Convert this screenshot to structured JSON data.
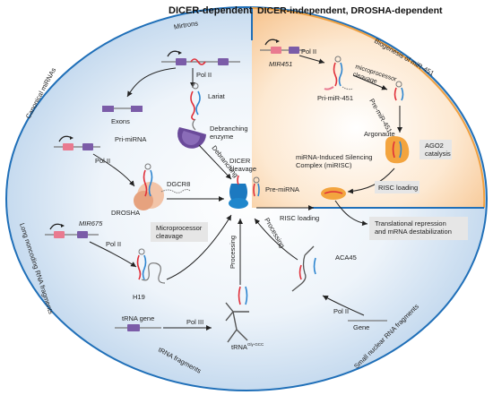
{
  "headers": {
    "dicer_dependent": "DICER-dependent",
    "dicer_independent": "DICER-independent, DROSHA-dependent"
  },
  "arc_labels": {
    "mirtrons": "Mirtrons",
    "canonical": "Canonical miRNAs",
    "lncrna": "Long noncoding RNA fragments",
    "trna": "tRNA fragments",
    "snrna": "Small nuclear RNA fragments",
    "biogenesis_451": "Biogenesis of miR-451"
  },
  "labels": {
    "pol2_mirtron": "Pol II",
    "exons": "Exons",
    "lariat": "Lariat",
    "debranching_enzyme": "Debranching\nenzyme",
    "debranching": "Debranching",
    "pri_mirna": "Pri-miRNA",
    "pol2_canonical": "Pol II",
    "dgcr8": "DGCR8",
    "drosha": "DROSHA",
    "microprocessor_cleavage": "Microprocessor\ncleavage",
    "dicer_cleavage": "DICER\ncleavage",
    "pre_mirna": "Pre-miRNA",
    "mir675": "MIR675",
    "pol2_lnc": "Pol II",
    "h19": "H19",
    "processing_left": "Processing",
    "processing_right": "Processing",
    "aca45": "ACA45",
    "pol2_sn": "Pol II",
    "gene": "Gene",
    "trna_gene": "tRNA gene",
    "pol3": "Pol III",
    "trna_gly": "tRNA",
    "trna_gly_sup": "Gly-GCC",
    "mir451": "MIR451",
    "pol2_451": "Pol II",
    "pri_mir451": "Pri-miR-451",
    "microprocessor_451": "microprocessor\ncleavage",
    "pre_mir451": "Pre-miR-451",
    "argonaute": "Argonaute",
    "ago2_catalysis": "AGO2\ncatalysis",
    "mirisc": "miRNA-Induced Silencing\nComplex (miRISC)",
    "risc_loading_right": "RISC loading",
    "risc_loading_center": "RISC loading",
    "translational": "Translational repression\nand mRNA destabilization"
  },
  "colors": {
    "blue_outline": "#1f6fb8",
    "orange_outline": "#f0a040",
    "blue_fill": "#dce9f5",
    "orange_fill": "#fbe0c2",
    "red": "#e0303a",
    "rna_blue": "#2f86d0",
    "purple": "#7b5ca8",
    "pink": "#e97a90"
  }
}
